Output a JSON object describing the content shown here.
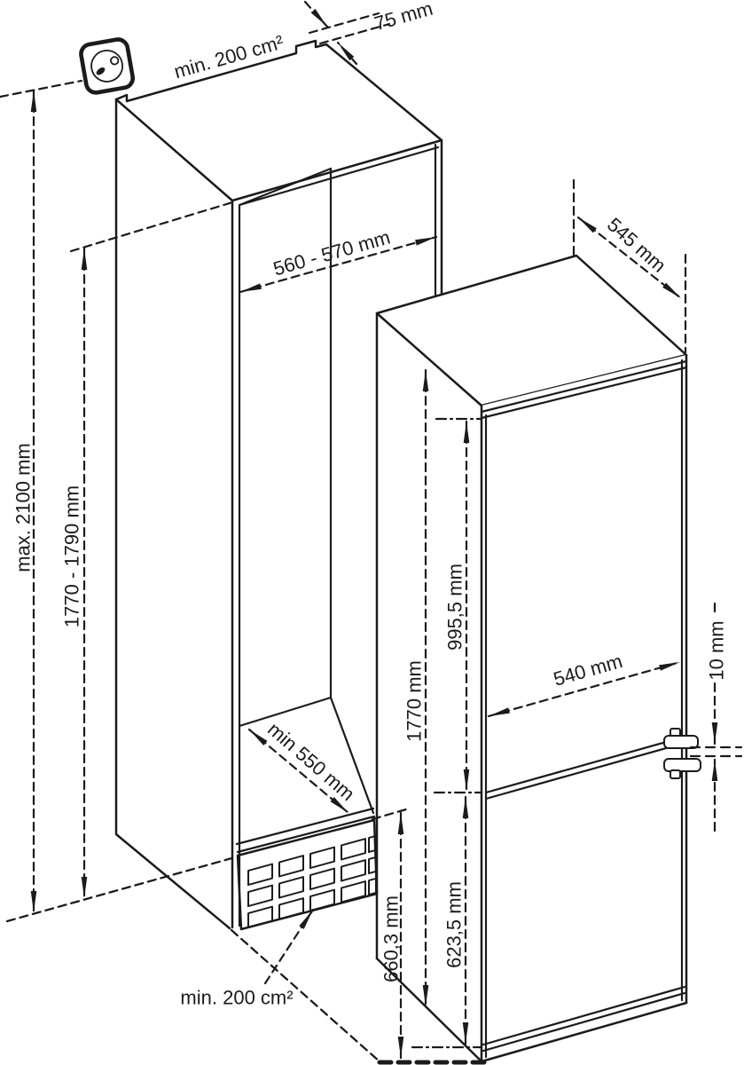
{
  "diagram": {
    "type": "installation-dimension-drawing",
    "subject": "built-in fridge-freezer niche"
  },
  "colors": {
    "line": "#1b1b1b",
    "background": "#ffffff"
  },
  "labels": {
    "ventilation_area_top": "min. 200 cm²",
    "rear_top_gap": "75 mm",
    "niche_width": "560 - 570 mm",
    "socket_max_height": "max. 2100 mm",
    "niche_height": "1770 - 1790 mm",
    "appliance_depth": "545 mm",
    "appliance_height": "1770 mm",
    "upper_door_height": "995,5 mm",
    "upper_door_width": "540 mm",
    "niche_depth": "min 550 mm",
    "door_gap": "10 mm",
    "bottom_section_height": "660,3 mm",
    "lower_door_height": "623,5 mm",
    "ventilation_area_bottom": "min. 200 cm²"
  }
}
